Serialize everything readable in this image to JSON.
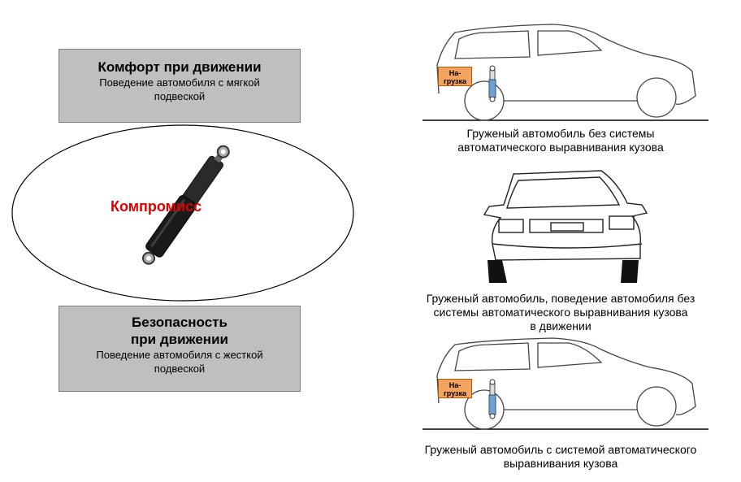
{
  "comfort": {
    "title": "Комфорт при движении",
    "line1": "Поведение автомобиля с мягкой",
    "line2": "подвеской"
  },
  "safety": {
    "title_line1": "Безопасность",
    "title_line2": "при движении",
    "line1": "Поведение автомобиля с жесткой",
    "line2": "подвеской"
  },
  "compromise_label": "Компромисс",
  "load_label": {
    "line1": "На-",
    "line2": "грузка"
  },
  "captions": {
    "car1_line1": "Груженый автомобиль без системы",
    "car1_line2": "автоматического выравнивания кузова",
    "car2_line1": "Груженый автомобиль, поведение автомобиля без",
    "car2_line2": "системы автоматического выравнивания кузова",
    "car2_line3": "в движении",
    "car3_line1": "Груженый автомобиль с системой автоматического",
    "car3_line2": "выравнивания кузова"
  },
  "colors": {
    "box_fill": "#bfbfbf",
    "compromise_text": "#e00000",
    "load_fill": "#f4a460",
    "shock_blue": "#6fa0d0"
  }
}
